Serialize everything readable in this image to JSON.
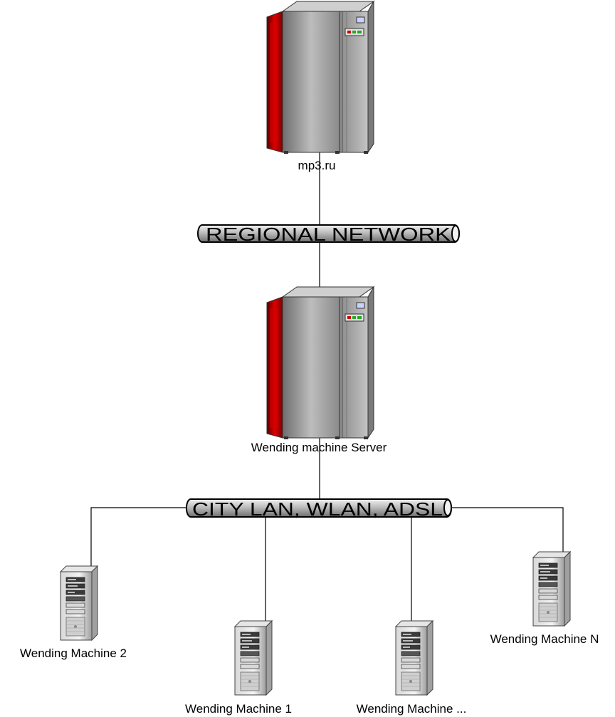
{
  "nodes": {
    "top_server": {
      "label": "mp3.ru"
    },
    "mid_server": {
      "label": "Wending machine Server"
    },
    "machine_2": {
      "label": "Wending Machine 2"
    },
    "machine_1": {
      "label": "Wending Machine 1"
    },
    "machine_n_dots": {
      "label": "Wending Machine ..."
    },
    "machine_n": {
      "label": "Wending Machine N"
    }
  },
  "networks": {
    "regional": {
      "label": "REGIONAL NETWORK"
    },
    "city": {
      "label": "CITY LAN, WLAN, ADSL"
    }
  },
  "icons": {
    "mainframe": "mainframe-server-icon",
    "tower": "tower-computer-icon"
  },
  "colors": {
    "server_body": "#9a9a9a",
    "server_red": "#cc0000",
    "pipe": "#b8b8b8",
    "line": "#000000"
  }
}
